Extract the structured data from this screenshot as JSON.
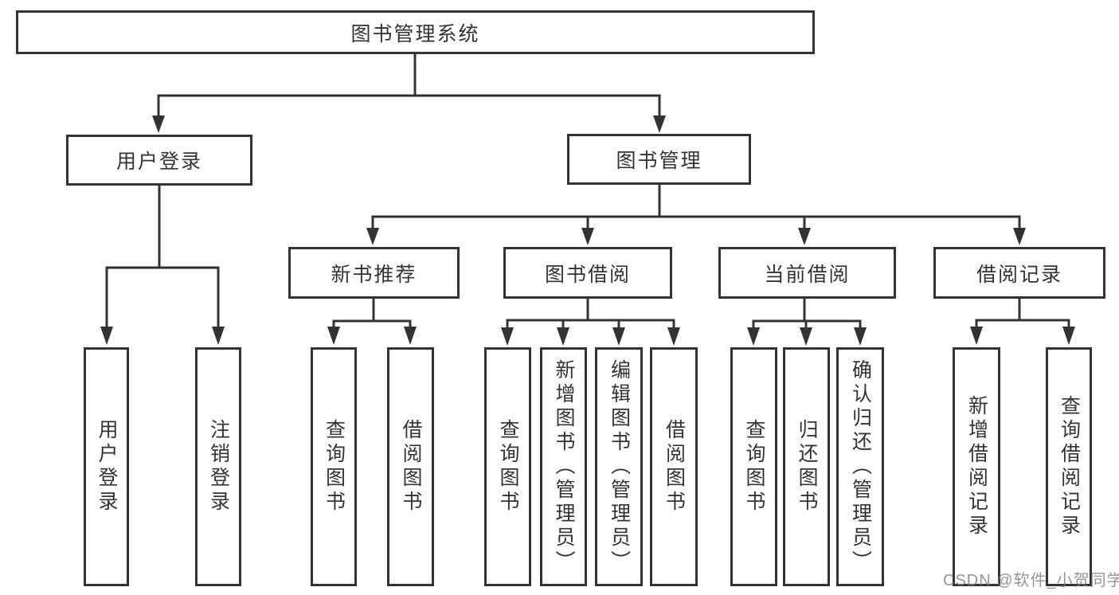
{
  "colors": {
    "line": "#333333",
    "text": "#333333",
    "box_background": "#ffffff",
    "watermark": "#9b9b9b"
  },
  "watermark": {
    "text": "CSDN @软件_小贺同学"
  },
  "tree": {
    "root": {
      "label": "图书管理系统"
    },
    "branches": [
      {
        "label": "用户登录",
        "children": [
          "用户登录",
          "注销登录"
        ]
      },
      {
        "label": "图书管理",
        "children": [
          {
            "label": "新书推荐",
            "children": [
              "查询图书",
              "借阅图书"
            ]
          },
          {
            "label": "图书借阅",
            "children": [
              "查询图书",
              "新增图书（管理员）",
              "编辑图书（管理员）",
              "借阅图书"
            ]
          },
          {
            "label": "当前借阅",
            "children": [
              "查询图书",
              "归还图书",
              "确认归还（管理员）"
            ]
          },
          {
            "label": "借阅记录",
            "children": [
              "新增借阅记录",
              "查询借阅记录"
            ]
          }
        ]
      }
    ]
  }
}
